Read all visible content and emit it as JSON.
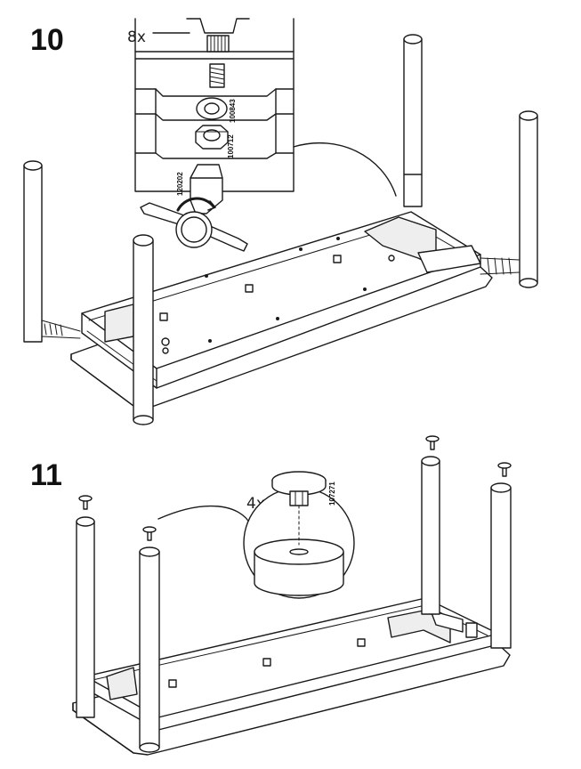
{
  "steps": [
    {
      "number": "10",
      "quantity": "8x",
      "part_numbers": [
        "100843",
        "100712",
        "120202"
      ]
    },
    {
      "number": "11",
      "quantity": "4x",
      "part_numbers": [
        "107271"
      ]
    }
  ],
  "colors": {
    "line": "#1a1a1a",
    "fill": "#ffffff",
    "shade": "#e6e6e6"
  }
}
